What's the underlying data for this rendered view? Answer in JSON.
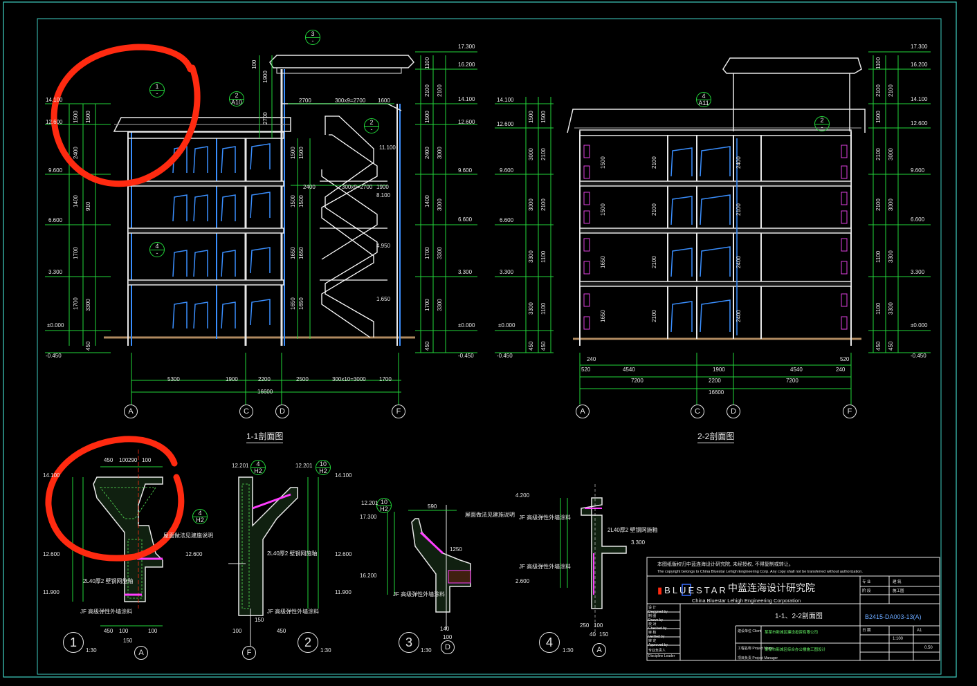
{
  "colors": {
    "background": "#000000",
    "frame": "#3fd1c4",
    "structure": "#e8e8e8",
    "dimension": "#22d83a",
    "window": "#3a8fff",
    "stair": "#ffffff",
    "hatch": "#58e858",
    "accent": "#ff3dff",
    "markup": "#ff2a10",
    "column": "#e040e0"
  },
  "section_1": {
    "title": "1-1剖面图",
    "left_elevations": [
      "14.100",
      "12.600",
      "9.600",
      "6.600",
      "3.300",
      "±0.000",
      "-0.450"
    ],
    "right_elevations": [
      "17.300",
      "16.200",
      "14.100",
      "12.600",
      "9.600",
      "6.600",
      "3.300",
      "±0.000",
      "-0.450"
    ],
    "stair_labels": [
      "11.100",
      "8.100",
      "4.950",
      "1.650"
    ],
    "dims_bottom": [
      "5300",
      "1900",
      "2200",
      "2500",
      "300x10=3000",
      "1700"
    ],
    "total_dim": "16600",
    "axes": [
      "A",
      "C",
      "D",
      "F"
    ],
    "top_dims": [
      "2700",
      "300x9=2700",
      "1600"
    ],
    "mid_dims": [
      "2400",
      "300x9=2700",
      "1900"
    ]
  },
  "section_2": {
    "title": "2-2剖面图",
    "left_elevations": [
      "14.100",
      "12.600",
      "9.600",
      "6.600",
      "3.300",
      "±0.000",
      "-0.450"
    ],
    "right_elevations": [
      "17.300",
      "16.200",
      "14.100",
      "12.600",
      "9.600",
      "6.600",
      "3.300",
      "±0.000",
      "-0.450"
    ],
    "dims_top": [
      "240",
      "520",
      "4540",
      "1900",
      "4540",
      "240",
      "520"
    ],
    "dims_mid": [
      "7200",
      "2200",
      "7200"
    ],
    "total_dim": "16600",
    "axes": [
      "A",
      "C",
      "D",
      "F"
    ]
  },
  "bubbles": {
    "b1": {
      "num": "1",
      "ref": "-"
    },
    "b2": {
      "num": "2",
      "ref": "A10"
    },
    "b3": {
      "num": "3",
      "ref": "-"
    },
    "b4": {
      "num": "4",
      "ref": "-"
    },
    "b5": {
      "num": "2",
      "ref": "-"
    },
    "b6": {
      "num": "4",
      "ref": "A11"
    },
    "b7": {
      "num": "2",
      "ref": "-"
    },
    "b8": {
      "num": "4",
      "ref": "H2"
    },
    "b9": {
      "num": "10",
      "ref": "H2"
    },
    "b10": {
      "num": "10",
      "ref": "H2"
    },
    "b11": {
      "num": "4",
      "ref": "H2"
    }
  },
  "details": [
    {
      "num": "1",
      "scale": "1:30",
      "axis": "A",
      "elevs": [
        "14.100",
        "12.600",
        "11.900"
      ],
      "dims": [
        "450",
        "100",
        "290",
        "100",
        "450",
        "100",
        "150",
        "100"
      ]
    },
    {
      "num": "2",
      "scale": "1:30",
      "axis": "F",
      "elevs": [
        "14.100",
        "12.600",
        "11.900"
      ],
      "dims": [
        "100",
        "150",
        "450"
      ]
    },
    {
      "num": "3",
      "scale": "1:30",
      "axis": "D",
      "elevs": [
        "17.300",
        "16.200"
      ],
      "dims": [
        "590",
        "1250",
        "140",
        "100"
      ]
    },
    {
      "num": "4",
      "scale": "1:30",
      "axis": "A",
      "elevs": [
        "4.200",
        "3.300",
        "2.600"
      ],
      "dims": [
        "250",
        "100",
        "40",
        "150"
      ]
    }
  ],
  "detail_notes": {
    "n1": "2L40厚2 壁钢网施釉",
    "n2": "JF 高级弹性外墙涂料",
    "n3": "屋面做法见建施说明",
    "n4": "12.201"
  },
  "title_block": {
    "notice_cn": "本图纸版权归中蓝连海设计研究院, 未经授权, 不得复制或转让。",
    "notice_en": "The copyright belongs to China Bluestar Lehigh Engineering Corp. Any copy shall not be transferred without authorization.",
    "logo_text": "BLUESTAR",
    "company_cn": "中蓝连海设计研究院",
    "company_en": "China Bluestar Lehigh Engineering Corporation",
    "drawing_title": "1-1、2-2剖面图",
    "drawing_no": "B2415-DA003-13(A)",
    "scale": "1:100",
    "sheet_label": "A1",
    "version": "0.50",
    "rows_left": [
      "设 计",
      "Designed by",
      "制 图",
      "Drawn by",
      "校 对",
      "Checked by",
      "审 核",
      "Verified by",
      "审 定",
      "Approved by",
      "专业负责人",
      "Discipline Leader"
    ],
    "row_client": "建设单位 Client",
    "row_project": "工程名称 Project Name",
    "client_name": "某某市新城区建设投资有限公司",
    "project_name": "某某市新城区综合办公楼施工图设计",
    "proj_mgr": "项目负责 Project Manager",
    "date_lbl": "日 期",
    "disc_lbl": "专 业",
    "disc_val": "建 筑",
    "stage_lbl": "阶 段",
    "stage_val": "施工图"
  }
}
